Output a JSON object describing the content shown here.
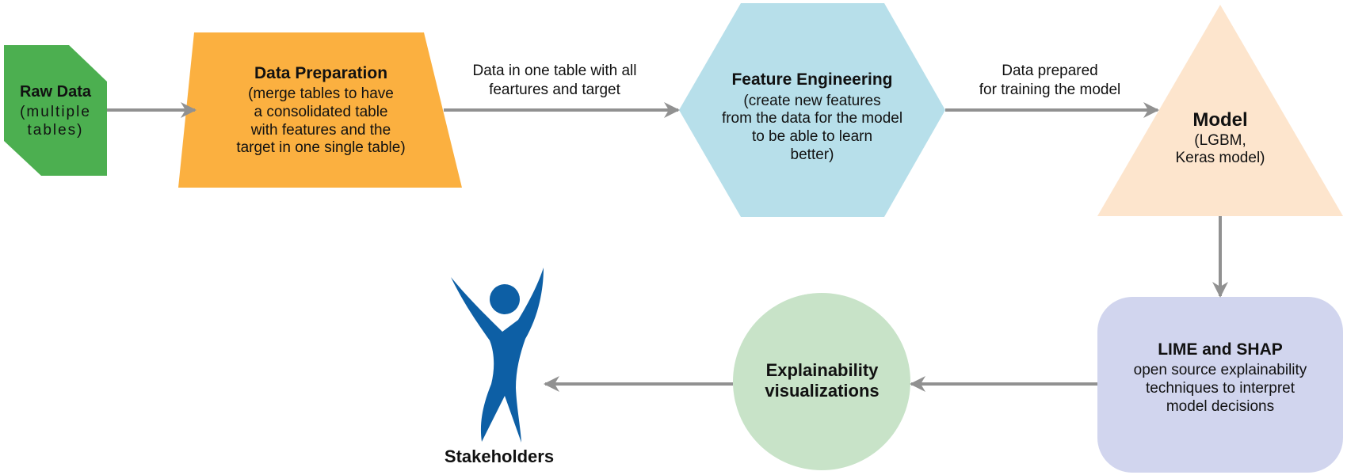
{
  "diagram": {
    "colors": {
      "arrow": "#919191",
      "raw_data": "#4caf50",
      "data_preparation": "#fbb040",
      "feature_engineering": "#b7dfea",
      "model": "#fde5cd",
      "lime_shap": "#d1d5ee",
      "explainability": "#c8e3c8",
      "stakeholder_figure": "#0d5fa5"
    },
    "nodes": {
      "raw_data": {
        "title": "Raw Data",
        "subtitle": "(multiple\ntables)",
        "shape": "snipped-rectangle"
      },
      "data_preparation": {
        "title": "Data Preparation",
        "subtitle": "(merge tables to have\na consolidated table\nwith features and the\ntarget in one single table)",
        "shape": "trapezoid"
      },
      "feature_engineering": {
        "title": "Feature Engineering",
        "subtitle": "(create new features\nfrom the data for the model\nto be able to learn\nbetter)",
        "shape": "hexagon"
      },
      "model": {
        "title": "Model",
        "subtitle": "(LGBM,\nKeras model)",
        "shape": "triangle"
      },
      "lime_shap": {
        "title": "LIME and SHAP",
        "subtitle": "open source explainability\ntechniques to interpret\nmodel decisions",
        "shape": "rounded-rectangle"
      },
      "explainability": {
        "title": "Explainability\nvisualizations",
        "shape": "circle"
      },
      "stakeholders": {
        "title": "Stakeholders",
        "icon": "person-arms-raised-icon"
      }
    },
    "edges": [
      {
        "from": "raw_data",
        "to": "data_preparation",
        "label": ""
      },
      {
        "from": "data_preparation",
        "to": "feature_engineering",
        "label": "Data in one table with all\nfeartures and target"
      },
      {
        "from": "feature_engineering",
        "to": "model",
        "label": "Data prepared\nfor training the model"
      },
      {
        "from": "model",
        "to": "lime_shap",
        "label": ""
      },
      {
        "from": "lime_shap",
        "to": "explainability",
        "label": ""
      },
      {
        "from": "explainability",
        "to": "stakeholders",
        "label": ""
      }
    ]
  }
}
